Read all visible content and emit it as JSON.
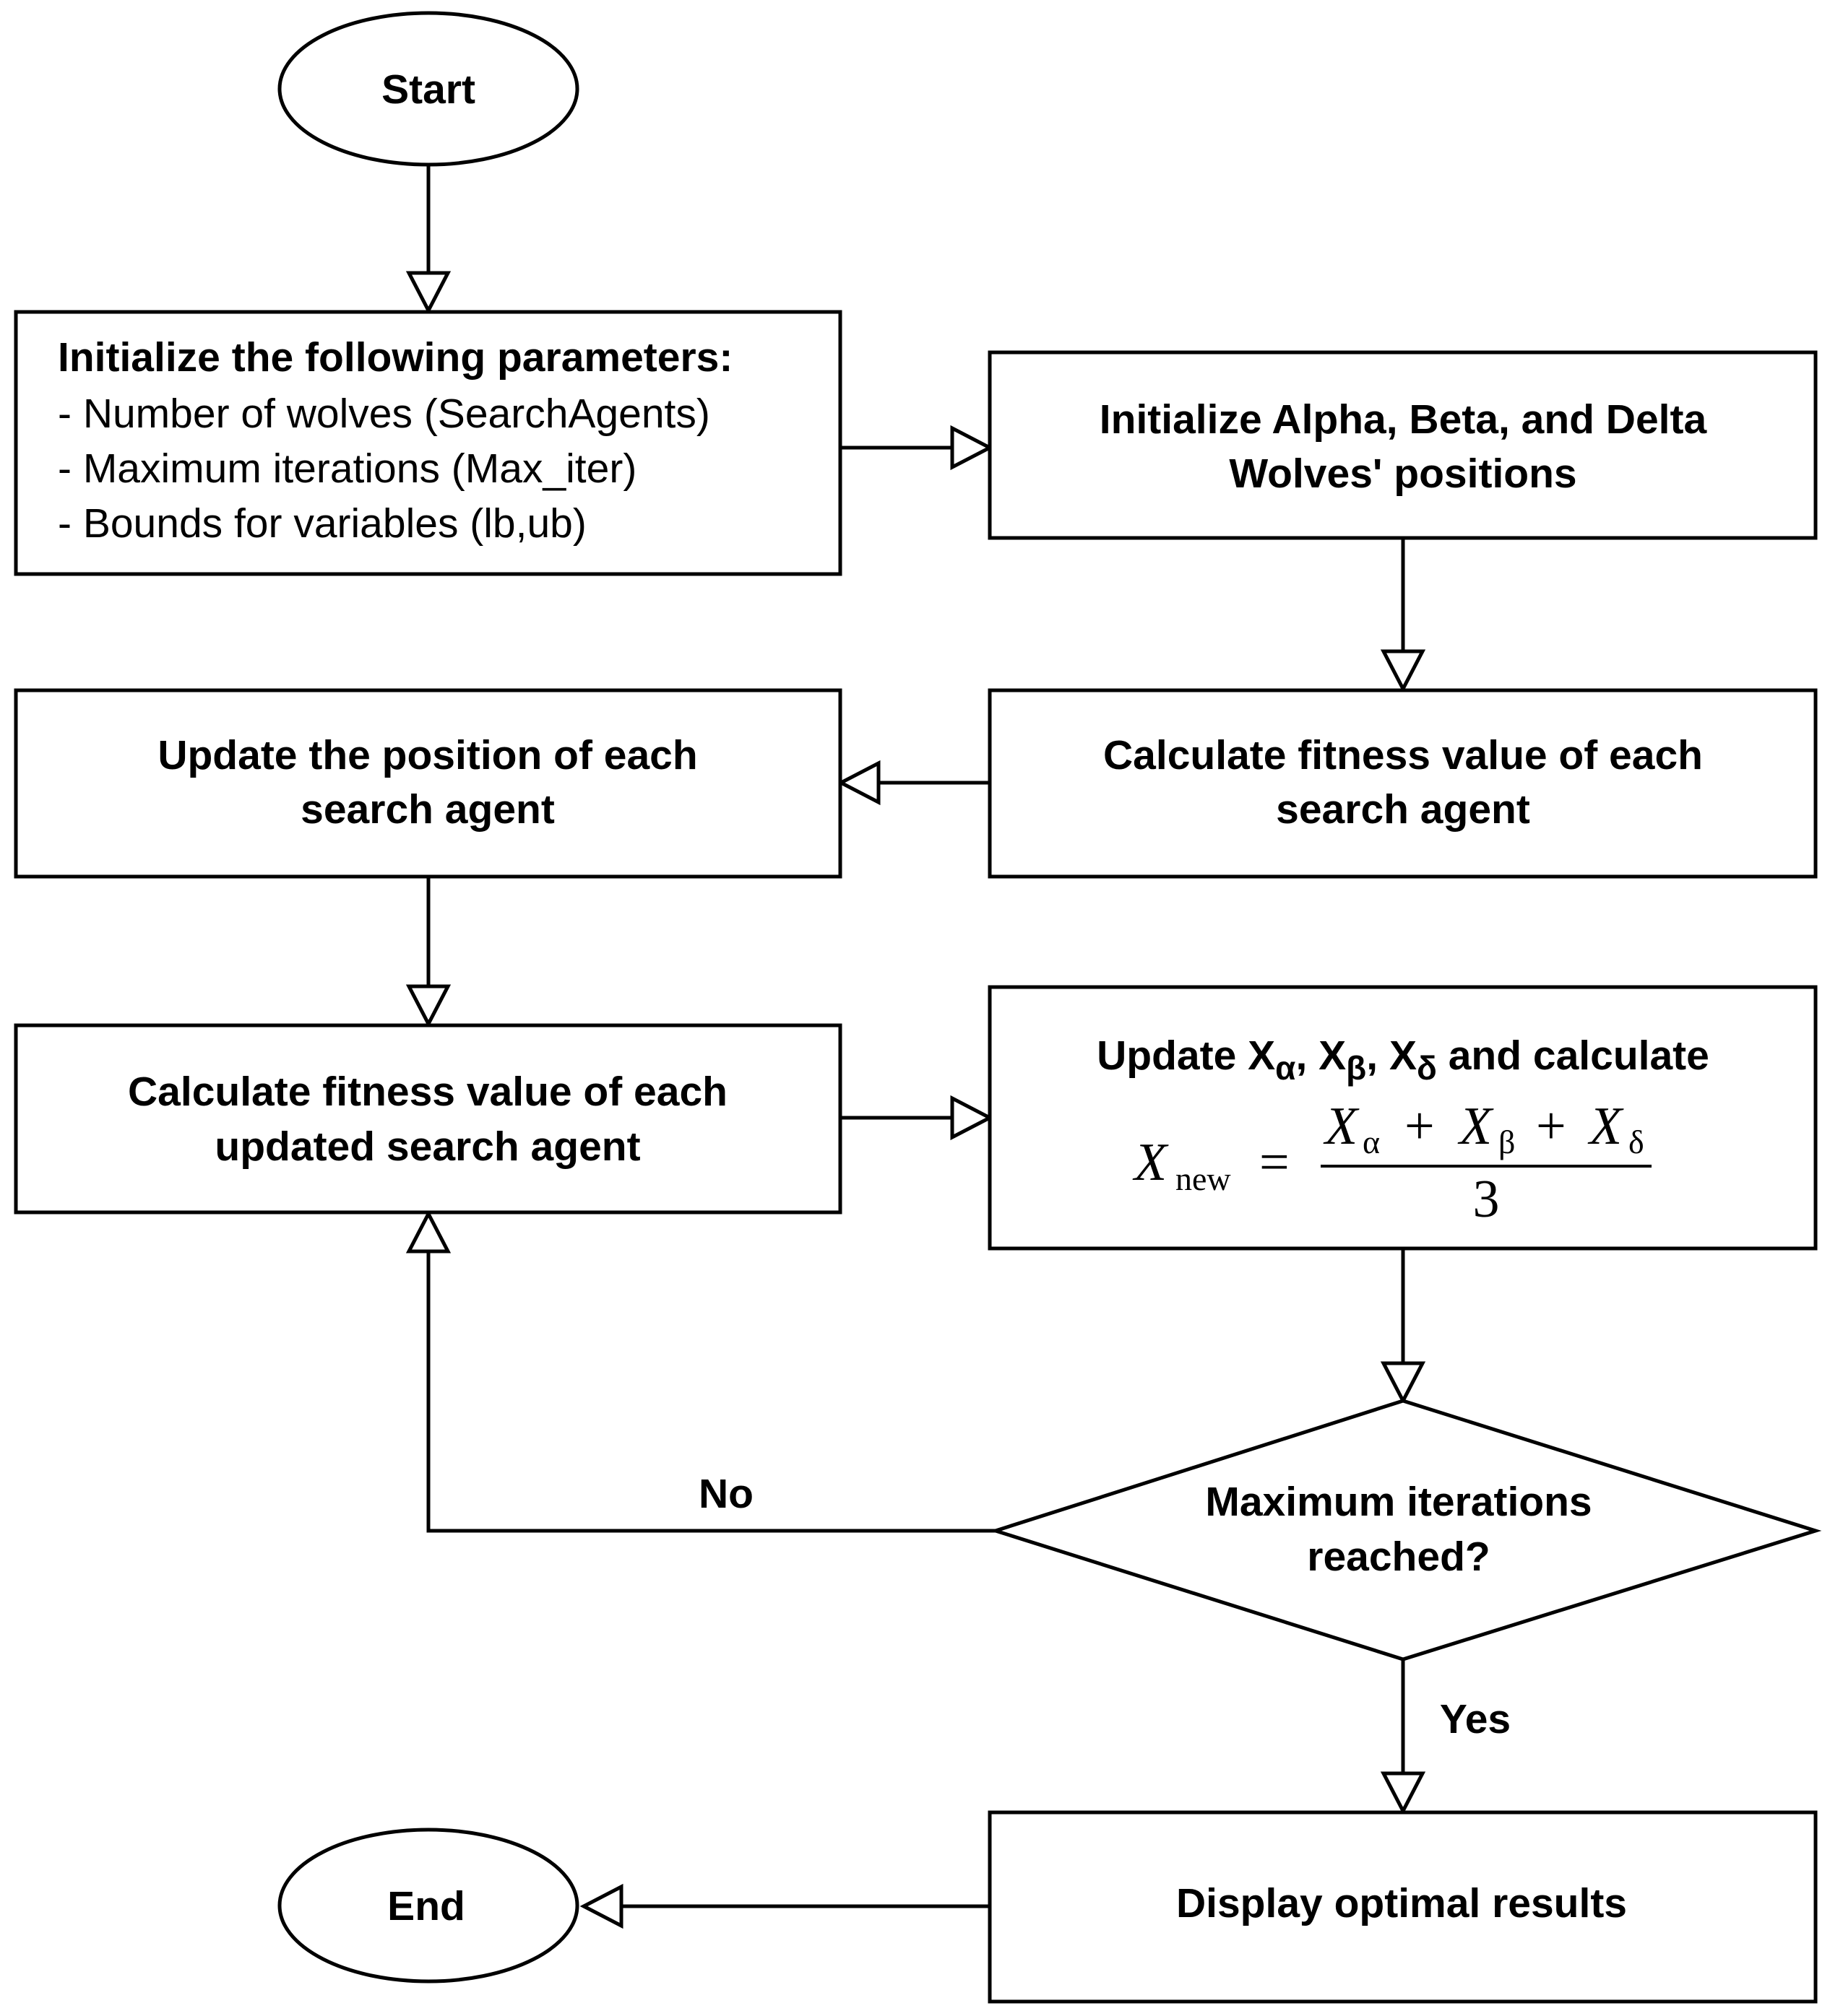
{
  "nodes": {
    "start": "Start",
    "init_params": {
      "title": "Initialize the following parameters:",
      "items": [
        "- Number of wolves (SearchAgents)",
        "- Maximum iterations (Max_iter)",
        "- Bounds for variables (lb,ub)"
      ]
    },
    "init_positions": [
      "Initialize Alpha, Beta, and Delta",
      "Wolves' positions"
    ],
    "calc_fitness": [
      "Calculate fitness value of each",
      "search agent"
    ],
    "update_position": [
      "Update the position of each",
      "search agent"
    ],
    "calc_updated_fitness": [
      "Calculate fitness value of each",
      "updated search agent"
    ],
    "update_leaders": {
      "heading_prefix": "Update ",
      "x": "X",
      "alpha": "α",
      "beta": "β",
      "delta": "δ",
      "sep": ", ",
      "heading_suffix": " and calculate",
      "formula": {
        "lhs": "X",
        "lhs_sub": "new",
        "equals": "=",
        "numerator": {
          "x": "X",
          "alpha": "α",
          "beta": "β",
          "delta": "δ",
          "plus": "+"
        },
        "denominator": "3"
      }
    },
    "decision": [
      "Maximum iterations",
      "reached?"
    ],
    "display": "Display optimal results",
    "end": "End"
  },
  "edges": {
    "no_label": "No",
    "yes_label": "Yes"
  }
}
